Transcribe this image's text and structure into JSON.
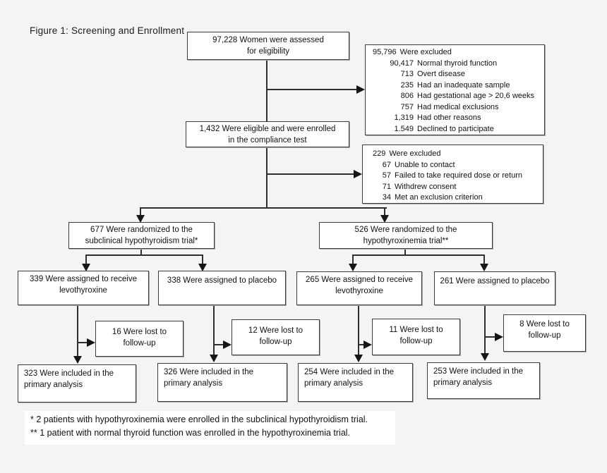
{
  "figure": {
    "title": "Figure 1: Screening and Enrollment"
  },
  "colors": {
    "background": "#f4f4f5",
    "box_background": "#ffffff",
    "box_border": "#3d3d3d",
    "line": "#2f2f2f",
    "arrow": "#151515",
    "text": "#111111"
  },
  "flow": {
    "assessed": {
      "line1": "97,228 Women were assessed",
      "line2": "for eligibility"
    },
    "excluded_screening": {
      "rows": [
        {
          "num": "95,796",
          "label": "Were excluded"
        },
        {
          "num": "90,417",
          "label": "Normal thyroid function"
        },
        {
          "num": "713",
          "label": "Overt disease"
        },
        {
          "num": "235",
          "label": "Had an inadequate sample"
        },
        {
          "num": "806",
          "label": "Had gestational age > 20,6 weeks"
        },
        {
          "num": "757",
          "label": "Had medical exclusions"
        },
        {
          "num": "1,319",
          "label": "Had other reasons"
        },
        {
          "num": "1.549",
          "label": "Declined to participate"
        }
      ]
    },
    "compliance": {
      "line1": "1,432 Were eligible and were enrolled",
      "line2": "in the compliance test"
    },
    "excluded_compliance": {
      "rows": [
        {
          "num": "229",
          "label": "Were excluded"
        },
        {
          "num": "67",
          "label": "Unable to contact"
        },
        {
          "num": "57",
          "label": "Failed to take required dose or return"
        },
        {
          "num": "71",
          "label": "Withdrew consent"
        },
        {
          "num": "34",
          "label": "Met an exclusion criterion"
        }
      ]
    },
    "rand_subclinical": {
      "line1": "677 Were randomized to the",
      "line2": "subclinical hypothyroidism trial*"
    },
    "rand_hypothyroxinemia": {
      "line1": "526 Were randomized to the",
      "line2": "hypothyroxinemia trial**"
    },
    "assign_levo_sub": {
      "line1": "339 Were assigned to receive",
      "line2": "levothyroxine"
    },
    "assign_placebo_sub": {
      "line1": "338 Were assigned to placebo"
    },
    "assign_levo_hypo": {
      "line1": "265 Were assigned to receive",
      "line2": "levothyroxine"
    },
    "assign_placebo_hypo": {
      "line1": "261 Were assigned to placebo"
    },
    "lost_1": {
      "line1": "16 Were lost to",
      "line2": "follow-up"
    },
    "lost_2": {
      "line1": "12 Were lost to",
      "line2": "follow-up"
    },
    "lost_3": {
      "line1": "11 Were lost to",
      "line2": "follow-up"
    },
    "lost_4": {
      "line1": "8 Were lost to",
      "line2": "follow-up"
    },
    "primary_1": {
      "line1": "323 Were included in the",
      "line2": "primary analysis"
    },
    "primary_2": {
      "line1": "326 Were included in the",
      "line2": "primary analysis"
    },
    "primary_3": {
      "line1": "254 Were included in the",
      "line2": "primary analysis"
    },
    "primary_4": {
      "line1": "253 Were included in the",
      "line2": "primary analysis"
    }
  },
  "footnotes": {
    "line1": "* 2 patients with hypothyroxinemia were enrolled in the subclinical hypothyroidism trial.",
    "line2": "** 1 patient with normal thyroid function was enrolled in the hypothyroxinemia trial."
  }
}
